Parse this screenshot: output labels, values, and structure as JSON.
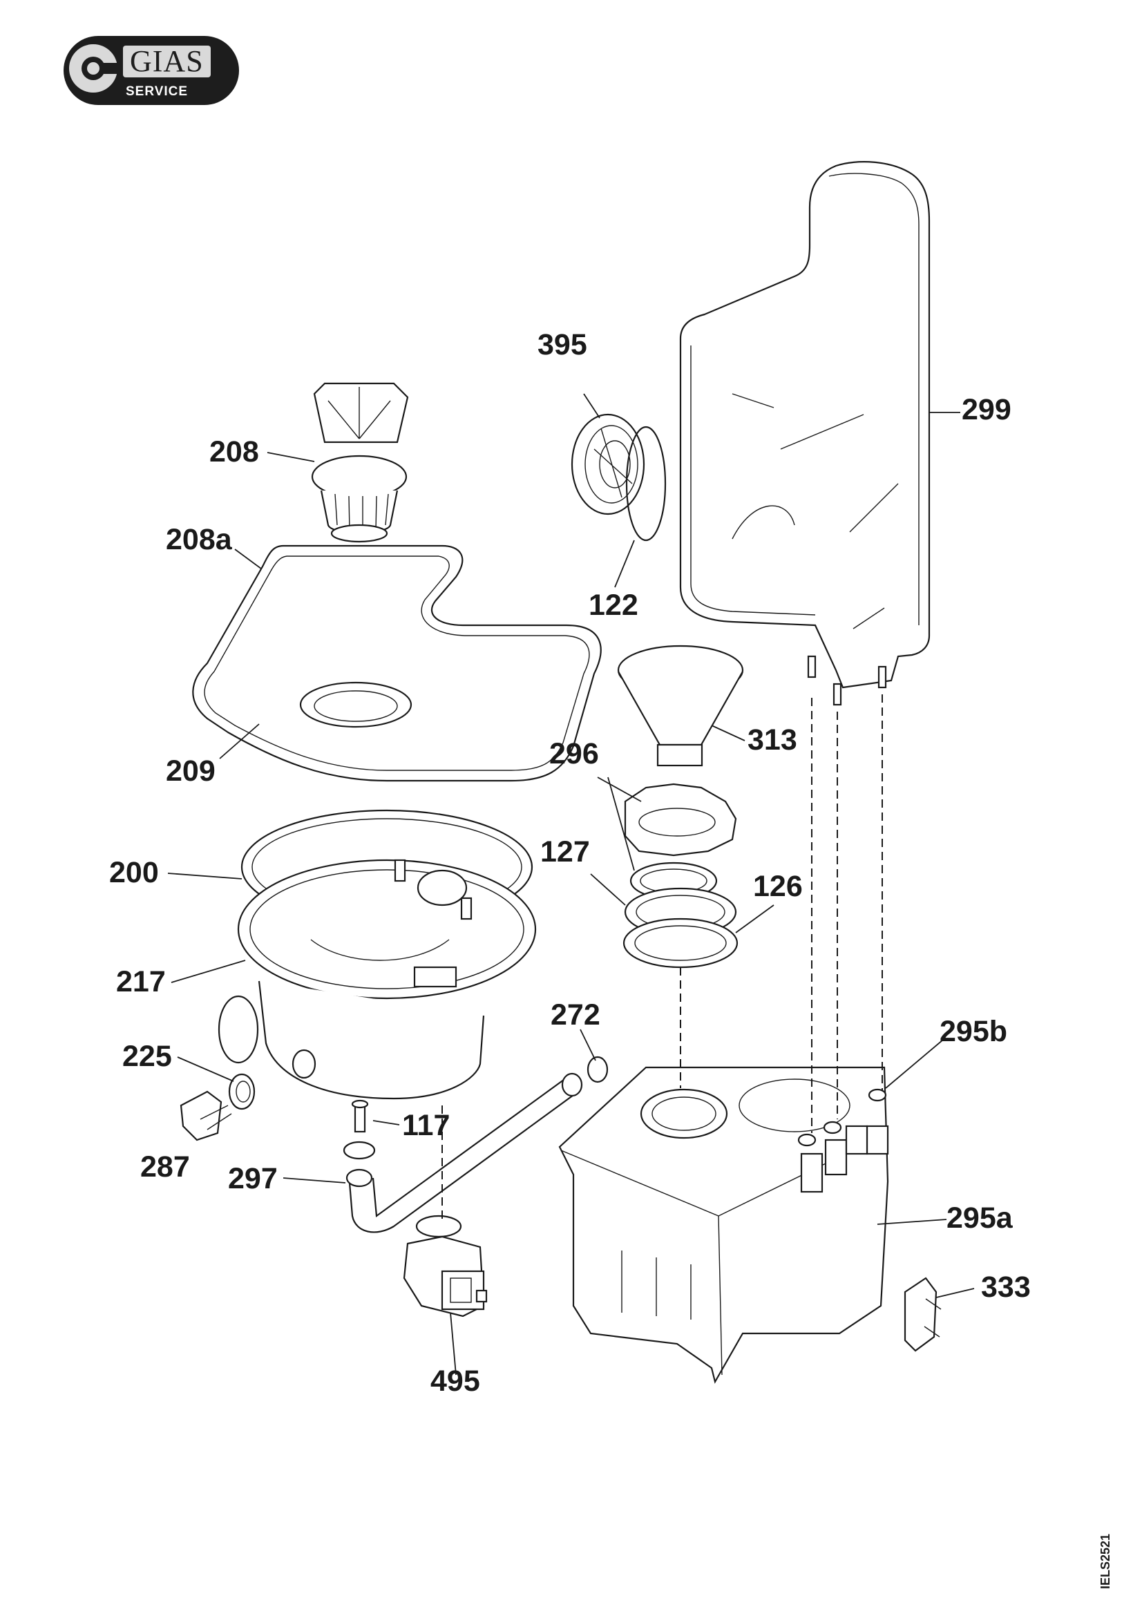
{
  "logo": {
    "brand": "GIAS",
    "tagline": "SERVICE"
  },
  "document_code": "IELS2521",
  "parts": [
    {
      "id": "p395",
      "label": "395"
    },
    {
      "id": "p299",
      "label": "299"
    },
    {
      "id": "p208",
      "label": "208"
    },
    {
      "id": "p208a",
      "label": "208a"
    },
    {
      "id": "p122",
      "label": "122"
    },
    {
      "id": "p313",
      "label": "313"
    },
    {
      "id": "p209",
      "label": "209"
    },
    {
      "id": "p296",
      "label": "296"
    },
    {
      "id": "p127",
      "label": "127"
    },
    {
      "id": "p200",
      "label": "200"
    },
    {
      "id": "p126",
      "label": "126"
    },
    {
      "id": "p217",
      "label": "217"
    },
    {
      "id": "p272",
      "label": "272"
    },
    {
      "id": "p295b",
      "label": "295b"
    },
    {
      "id": "p225",
      "label": "225"
    },
    {
      "id": "p117",
      "label": "117"
    },
    {
      "id": "p287",
      "label": "287"
    },
    {
      "id": "p297",
      "label": "297"
    },
    {
      "id": "p295a",
      "label": "295a"
    },
    {
      "id": "p333",
      "label": "333"
    },
    {
      "id": "p495",
      "label": "495"
    }
  ]
}
